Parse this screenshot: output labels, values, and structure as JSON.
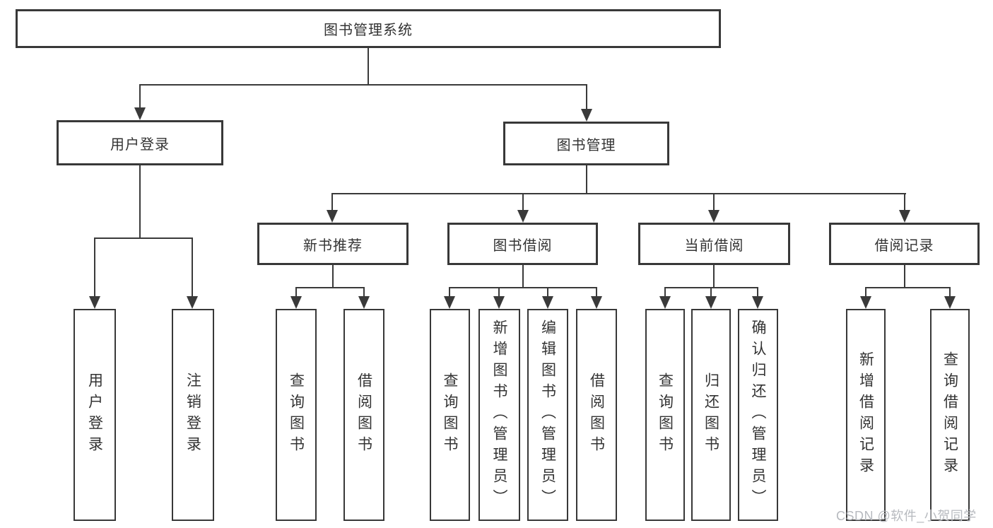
{
  "root": {
    "label": "图书管理系统"
  },
  "level2": [
    {
      "label": "用户登录"
    },
    {
      "label": "图书管理"
    }
  ],
  "level3": [
    {
      "label": "新书推荐"
    },
    {
      "label": "图书借阅"
    },
    {
      "label": "当前借阅"
    },
    {
      "label": "借阅记录"
    }
  ],
  "leaf_groups": [
    {
      "parent": "用户登录",
      "items": [
        {
          "label": "用户登录"
        },
        {
          "label": "注销登录"
        }
      ]
    },
    {
      "parent": "新书推荐",
      "items": [
        {
          "label": "查询图书"
        },
        {
          "label": "借阅图书"
        }
      ]
    },
    {
      "parent": "图书借阅",
      "items": [
        {
          "label": "查询图书"
        },
        {
          "label": "新增图书（管理员）"
        },
        {
          "label": "编辑图书（管理员）"
        },
        {
          "label": "借阅图书"
        }
      ]
    },
    {
      "parent": "当前借阅",
      "items": [
        {
          "label": "查询图书"
        },
        {
          "label": "归还图书"
        },
        {
          "label": "确认归还（管理员）"
        }
      ]
    },
    {
      "parent": "借阅记录",
      "items": [
        {
          "label": "新增借阅记录"
        },
        {
          "label": "查询借阅记录"
        }
      ]
    }
  ],
  "watermark": {
    "text": "CSDN @软件_小贺同学"
  },
  "colors": {
    "line": "#3a3a3a",
    "border": "#383838",
    "text": "#333333",
    "watermark": "#b7babf",
    "background": "#ffffff"
  }
}
